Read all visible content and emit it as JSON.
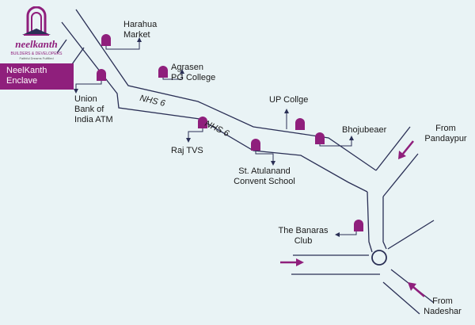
{
  "brand": {
    "name": "neelkanth",
    "subtitle": "BUILDERS & DEVELOPERS",
    "tagline": "Faithful Dreams Fulfilled",
    "project": "NeelKanth Enclave"
  },
  "colors": {
    "accent": "#8f1f7c",
    "road": "#2a2f55",
    "background": "#e9f3f5"
  },
  "landmarks": [
    {
      "label": "Harahua\nMarket"
    },
    {
      "label": "Agrasen\nPG College"
    },
    {
      "label": "Union\nBank of\nIndia ATM"
    },
    {
      "label": "UP Collge"
    },
    {
      "label": "Bhojubeaer"
    },
    {
      "label": "Raj TVS"
    },
    {
      "label": "St. Atulanand\nConvent School"
    },
    {
      "label": "The Banaras\nClub"
    }
  ],
  "roads": [
    {
      "label": "NHS 6"
    },
    {
      "label": "NHS 6"
    }
  ],
  "directions": [
    {
      "label": "From\nPandaypur"
    },
    {
      "label": "From\nNadeshar"
    }
  ]
}
